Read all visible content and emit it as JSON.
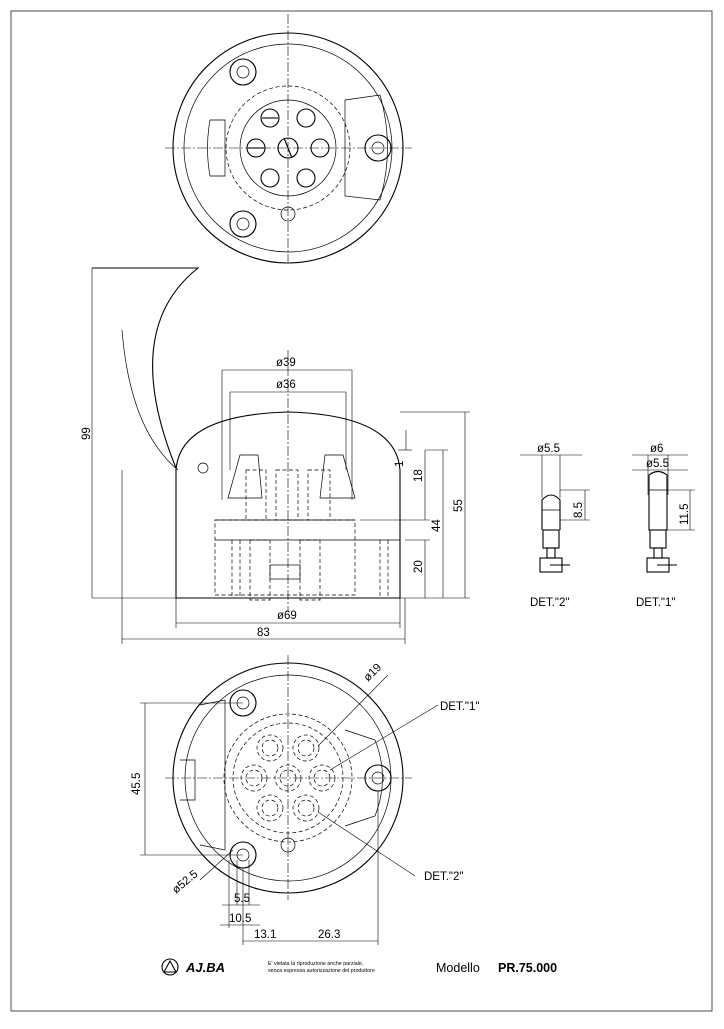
{
  "dimensions": {
    "d39": "ø39",
    "d36": "ø36",
    "h99": "99",
    "h55": "55",
    "h44": "44",
    "h18": "18",
    "h20": "20",
    "h1": "1",
    "d69": "ø69",
    "w83": "83",
    "d55": "ø5.5",
    "h85": "8.5",
    "d6": "ø6",
    "d55b": "ø5.5",
    "h115": "11.5",
    "d19": "ø19",
    "h455": "45.5",
    "d525": "ø52.5",
    "w55": "5.5",
    "w105": "10.5",
    "w131": "13.1",
    "w263": "26.3"
  },
  "labels": {
    "det2_side": "DET.\"2\"",
    "det1_side": "DET.\"1\"",
    "det1_callout": "DET.\"1\"",
    "det2_callout": "DET.\"2\""
  },
  "footer": {
    "brand": "AJ.BA",
    "notice_line1": "E' vietata la riproduzione anche parziale,",
    "notice_line2": "senza espressa autorizzazione del produttore",
    "model_label": "Modello",
    "model_code": "PR.75.000"
  },
  "icons": {
    "brand_logo": "triangle-logo-icon"
  }
}
